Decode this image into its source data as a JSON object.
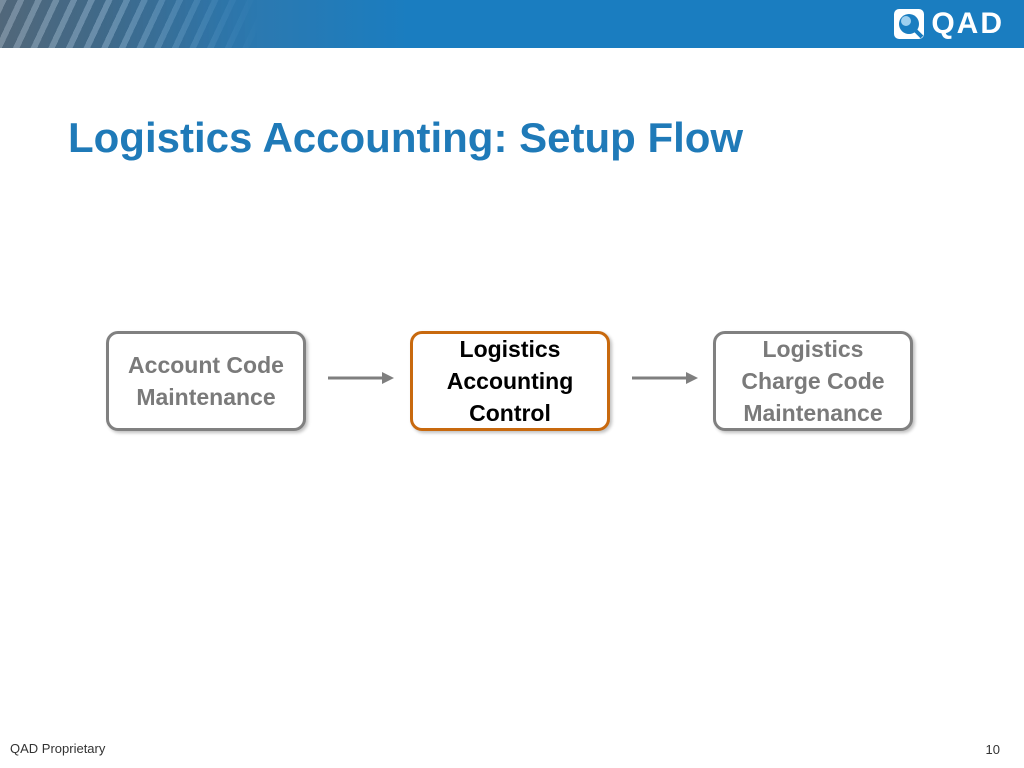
{
  "header": {
    "logo_text": "QAD",
    "logo_icon": "qad-logo-icon",
    "bar_color": "#1a7dc0"
  },
  "title": "Logistics Accounting: Setup Flow",
  "flow": {
    "steps": [
      {
        "label": "Account Code\nMaintenance",
        "highlighted": false
      },
      {
        "label": "Logistics\nAccounting\nControl",
        "highlighted": true
      },
      {
        "label": "Logistics\nCharge Code\nMaintenance",
        "highlighted": false
      }
    ],
    "colors": {
      "box_border": "#808080",
      "highlight_border": "#c8690e",
      "arrow": "#7f7f7f"
    }
  },
  "footer": {
    "proprietary": "QAD Proprietary",
    "page_number": "10"
  }
}
